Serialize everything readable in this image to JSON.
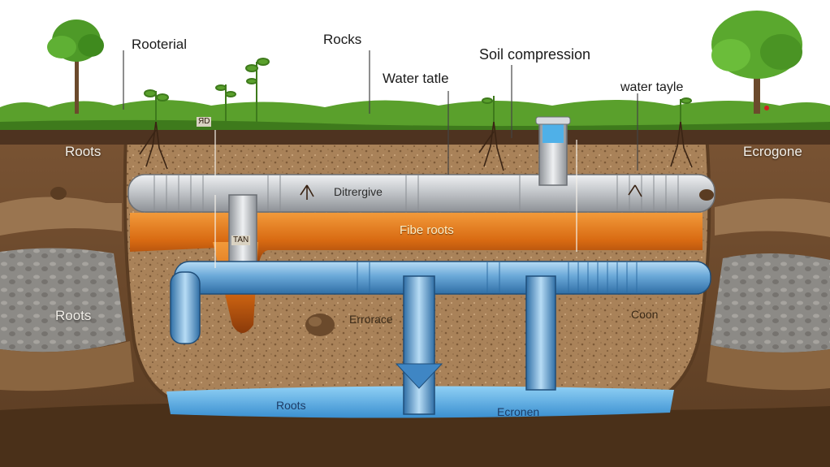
{
  "labels": {
    "rooterial": "Rooterial",
    "rocks": "Rocks",
    "water_table_top": "Water tatle",
    "soil_compression": "Soil compression",
    "water_tayle": "water tayle",
    "roots_left_upper": "Roots",
    "roots_left_lower": "Roots",
    "ecrogone": "Ecrogone",
    "small_tag": "ЯD",
    "divergive": "Ditrergive",
    "fibe_roots": "Fibe roots",
    "pipe_tag": "TAN",
    "errorace": "Errorace",
    "coon": "Coon",
    "roots_bottom": "Roots",
    "ecronen": "Ecronen"
  },
  "colors": {
    "sky": "#ffffff",
    "grass": "#5aa02c",
    "topsoil": "#6e4a2c",
    "soil": "#a27b54",
    "grey_pipe": "#b9bcc0",
    "orange_layer": "#e07a1c",
    "blue_pipe": "#6aa8d8",
    "water": "#5fb4e6"
  }
}
